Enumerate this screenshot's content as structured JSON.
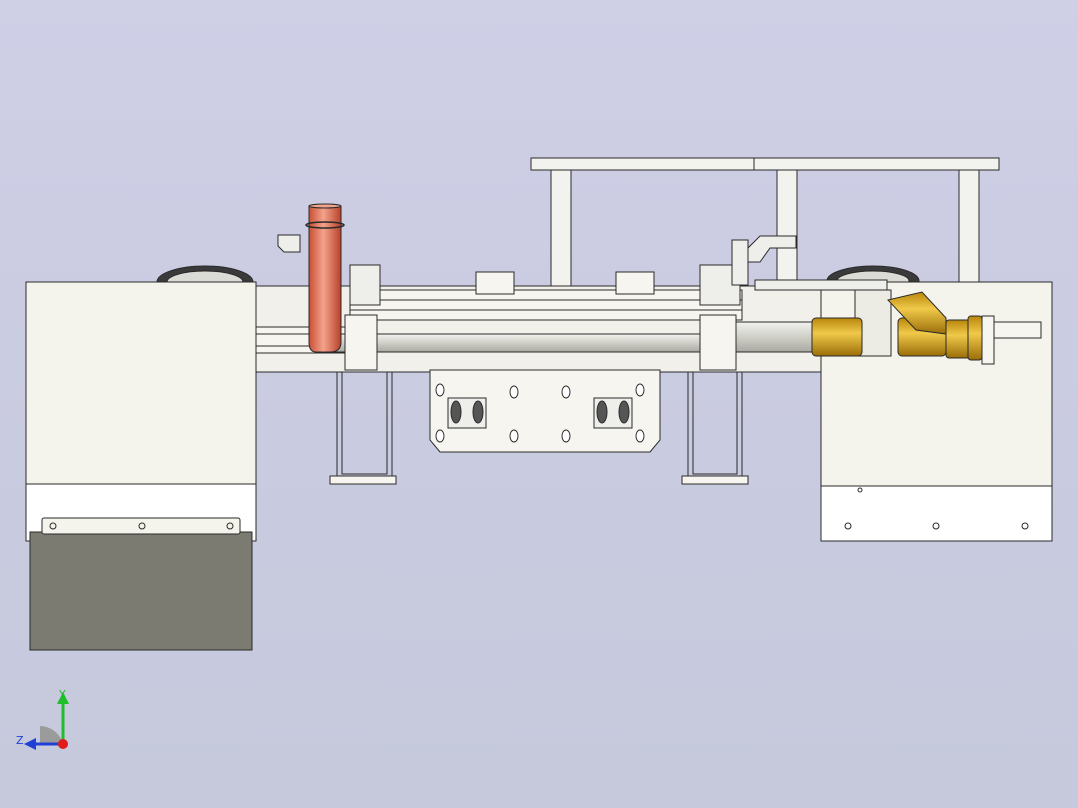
{
  "viewport": {
    "background_top": "#cfcfe6",
    "background_bottom": "#c6c9dc"
  },
  "model": {
    "parts": [
      "left-fender",
      "left-mud-flap",
      "right-fender",
      "roll-frame",
      "left-rear-wheel",
      "right-rear-wheel",
      "center-axle",
      "side-rail",
      "copper-pipe",
      "brass-valve",
      "mounting-plate",
      "u-bolts"
    ],
    "colors": {
      "body": "#f4f3ec",
      "outline": "#2a2a2a",
      "mud_flap": "#7b7b72",
      "copper": "#e07a5f",
      "brass": "#d4a017",
      "steel": "#d8d8d2"
    }
  },
  "triad": {
    "y_label": "Y",
    "z_label": "Z",
    "y_color": "#1fbf2a",
    "z_color": "#1f3fd6",
    "x_color": "#e11a1a"
  }
}
